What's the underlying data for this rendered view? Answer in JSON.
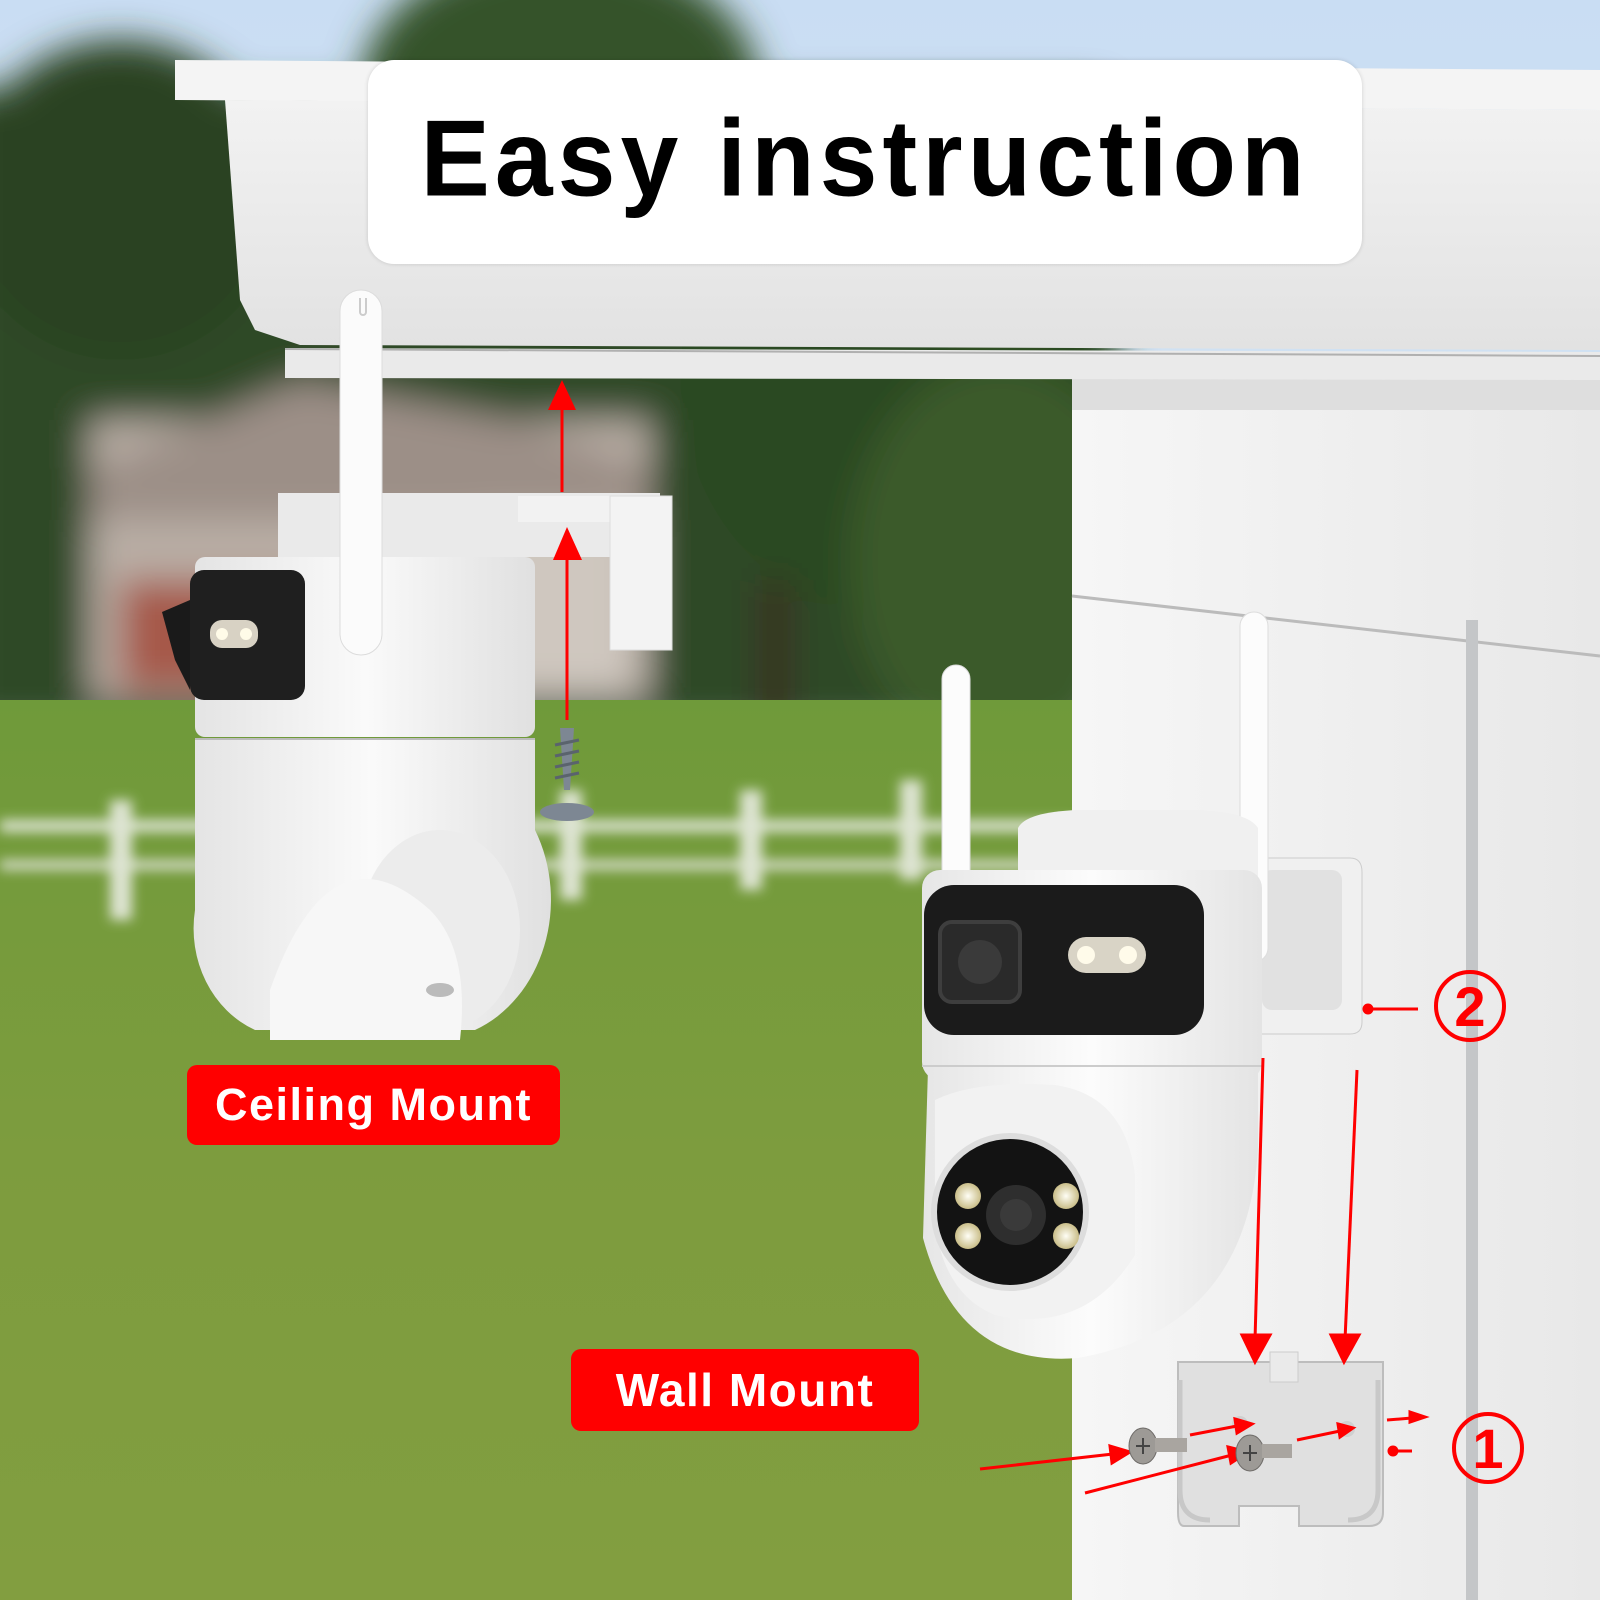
{
  "title": "Easy instruction",
  "labels": {
    "ceiling_mount": "Ceiling Mount",
    "wall_mount": "Wall Mount"
  },
  "steps": {
    "step_1": "1",
    "step_2": "2"
  },
  "colors": {
    "accent_red": "#ff0000",
    "title_bg": "#ffffff",
    "title_text": "#000000",
    "label_text": "#ffffff",
    "sky": "#c8dcf0",
    "grass": "#7a9a3e",
    "trees": "#2e4a24",
    "wall": "#ececec",
    "camera_body": "#f4f4f4",
    "camera_band": "#1c1c1c"
  },
  "icons": {
    "arrow": "red-arrow-icon",
    "screw": "screw-icon",
    "camera": "security-camera-icon",
    "bracket": "mount-bracket-icon"
  }
}
